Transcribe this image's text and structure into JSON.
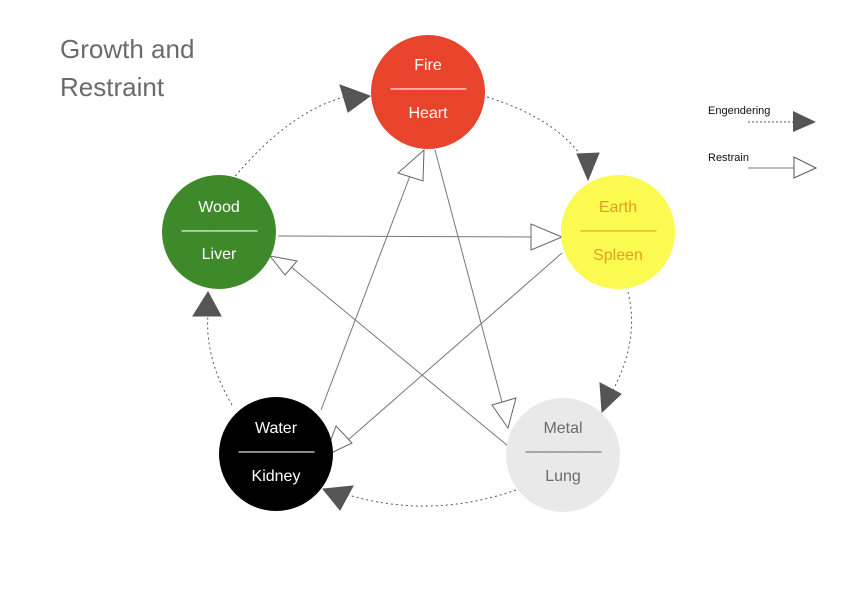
{
  "title": {
    "line1": "Growth and",
    "line2": "Restraint"
  },
  "separator": "—————",
  "legend": {
    "engendering": "Engendering",
    "restrain": "Restrain"
  },
  "nodes": {
    "fire": {
      "element": "Fire",
      "organ": "Heart",
      "fill": "#e8432b",
      "text_color": "#ffffff"
    },
    "earth": {
      "element": "Earth",
      "organ": "Spleen",
      "fill": "#fafa50",
      "text_color": "#e0a020"
    },
    "metal": {
      "element": "Metal",
      "organ": "Lung",
      "fill": "#e9e9e9",
      "text_color": "#6b6b6b"
    },
    "water": {
      "element": "Water",
      "organ": "Kidney",
      "fill": "#000000",
      "text_color": "#ffffff"
    },
    "wood": {
      "element": "Wood",
      "organ": "Liver",
      "fill": "#3e8a2a",
      "text_color": "#ffffff"
    }
  },
  "colors": {
    "engendering_arrow": "#555555",
    "restrain_line": "#777777"
  }
}
